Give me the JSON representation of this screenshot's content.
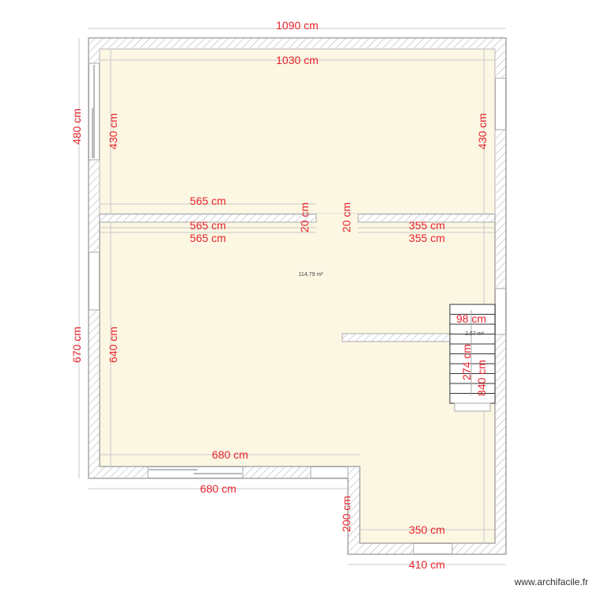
{
  "plan": {
    "colors": {
      "floor": "#fcf7e3",
      "wall_outline": "#a8a8a8",
      "dimension_text": "#e8232c",
      "hatch": "#b8b8b8"
    },
    "dimensions": {
      "top_outer": "1090 cm",
      "top_inner": "1030 cm",
      "left_upper_outer": "480 cm",
      "left_upper_inner": "430 cm",
      "right_upper_inner": "430 cm",
      "partition_left_top": "565 cm",
      "partition_left_mid": "565 cm",
      "partition_left_bottom": "565 cm",
      "partition_right_top": "355 cm",
      "partition_right_bottom": "355 cm",
      "partition_thickness_left": "20 cm",
      "partition_thickness_right": "20 cm",
      "left_lower_outer": "670 cm",
      "left_lower_inner": "640 cm",
      "bottom_inner": "680 cm",
      "bottom_outer": "680 cm",
      "extension_height": "200 cm",
      "extension_inner": "350 cm",
      "extension_outer": "410 cm",
      "stair_width": "98 cm",
      "stair_length": "274 cm",
      "stair_height": "840 cm"
    },
    "areas": {
      "main": "114,79 m²",
      "stairs": "2,67 m²"
    }
  },
  "watermark": "www.archifacile.fr"
}
